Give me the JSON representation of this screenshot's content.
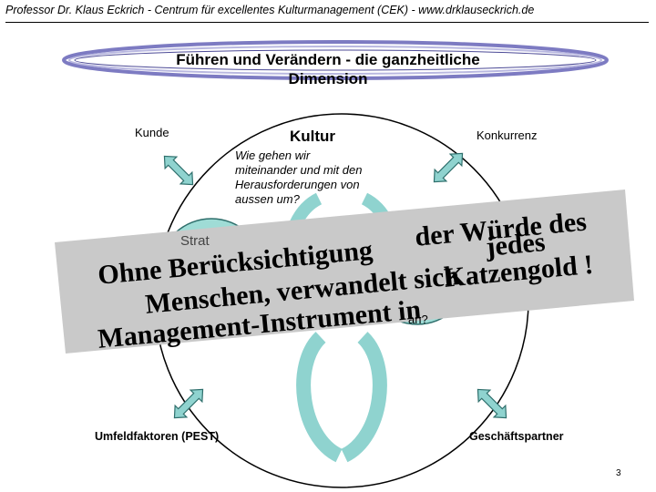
{
  "header": {
    "text": "Professor Dr. Klaus Eckrich - Centrum für excellentes Kulturmanagement (CEK) - www.drklauseckrich.de"
  },
  "title": {
    "line1": "Führen und Verändern - die ganzheitliche",
    "line2": "Dimension"
  },
  "corners": {
    "top_left": "Kunde",
    "top_right": "Konkurrenz",
    "bottom_left": "Umfeldfaktoren (PEST)",
    "bottom_right": "Geschäftspartner"
  },
  "center": {
    "heading": "Kultur",
    "question": [
      "Wie gehen wir",
      "miteinander und mit den",
      "Herausforderungen von",
      "aussen um?"
    ],
    "left_partial": "Strat",
    "right_partial": "an?"
  },
  "overlay": {
    "lines": [
      "der Würde des",
      "Ohne Berücksichtigung",
      "jedes",
      "Menschen, verwandelt sich",
      "Katzengold !",
      "Management-Instrument in"
    ]
  },
  "colors": {
    "band": "#c9c9c9",
    "arrow_fill": "#8fd3cf",
    "arrow_stroke": "#2f6f6c",
    "circle_fill": "#9fdcd6",
    "oval_stroke": "#7d7bc2"
  },
  "page_number": "3"
}
